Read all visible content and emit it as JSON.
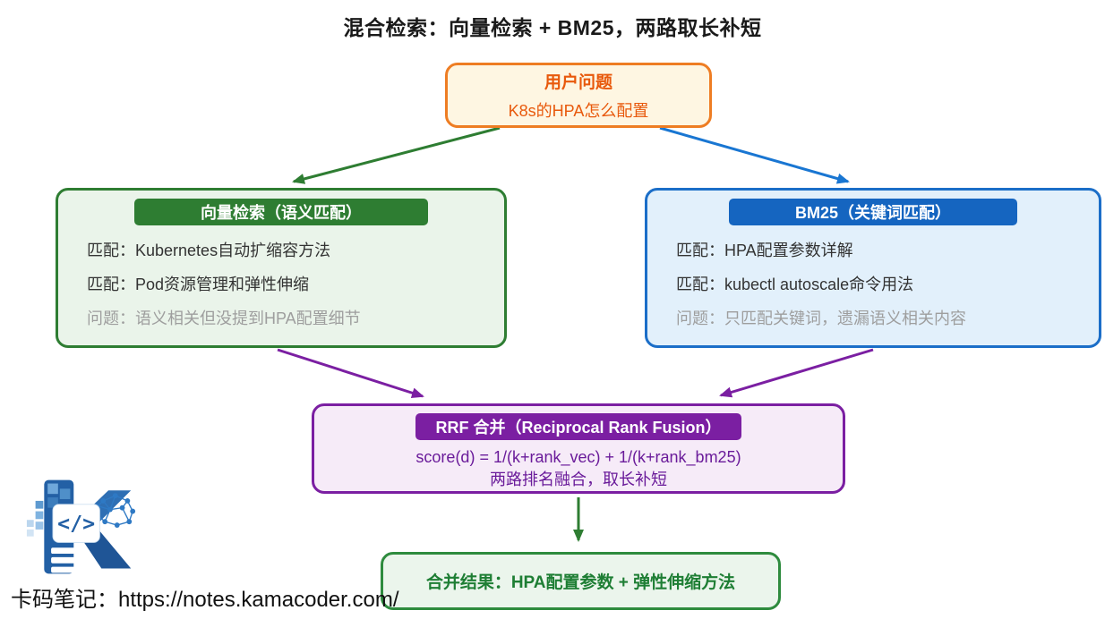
{
  "title": "混合检索：向量检索 + BM25，两路取长补短",
  "user_question": {
    "title": "用户问题",
    "question": "K8s的HPA怎么配置"
  },
  "vector": {
    "header": "向量检索（语义匹配）",
    "lines": [
      "匹配：Kubernetes自动扩缩容方法",
      "匹配：Pod资源管理和弹性伸缩",
      "问题：语义相关但没提到HPA配置细节"
    ]
  },
  "bm25": {
    "header": "BM25（关键词匹配）",
    "lines": [
      "匹配：HPA配置参数详解",
      "匹配：kubectl autoscale命令用法",
      "问题：只匹配关键词，遗漏语义相关内容"
    ]
  },
  "rrf": {
    "header": "RRF 合并（Reciprocal Rank Fusion）",
    "formula": "score(d) = 1/(k+rank_vec) + 1/(k+rank_bm25)",
    "note": "两路排名融合，取长补短"
  },
  "result": {
    "text": "合并结果：HPA配置参数 + 弹性伸缩方法"
  },
  "footer": {
    "brand": "卡码笔记：https://notes.kamacoder.com/",
    "logo_icon": "kamacoder-logo"
  },
  "colors": {
    "orange_border": "#EE7D23",
    "orange_text": "#E8590C",
    "orange_bg": "#FEF6E2",
    "green": "#2E7D32",
    "green_bg": "#EAF4EA",
    "blue": "#1976D2",
    "blue_header": "#1565C0",
    "blue_bg": "#E2F0FB",
    "purple": "#7B1FA2",
    "purple_bg": "#F6EBF8",
    "purple_text": "#6A1B9A",
    "result_green": "#1E7E34",
    "muted_text": "#9E9E9E"
  }
}
